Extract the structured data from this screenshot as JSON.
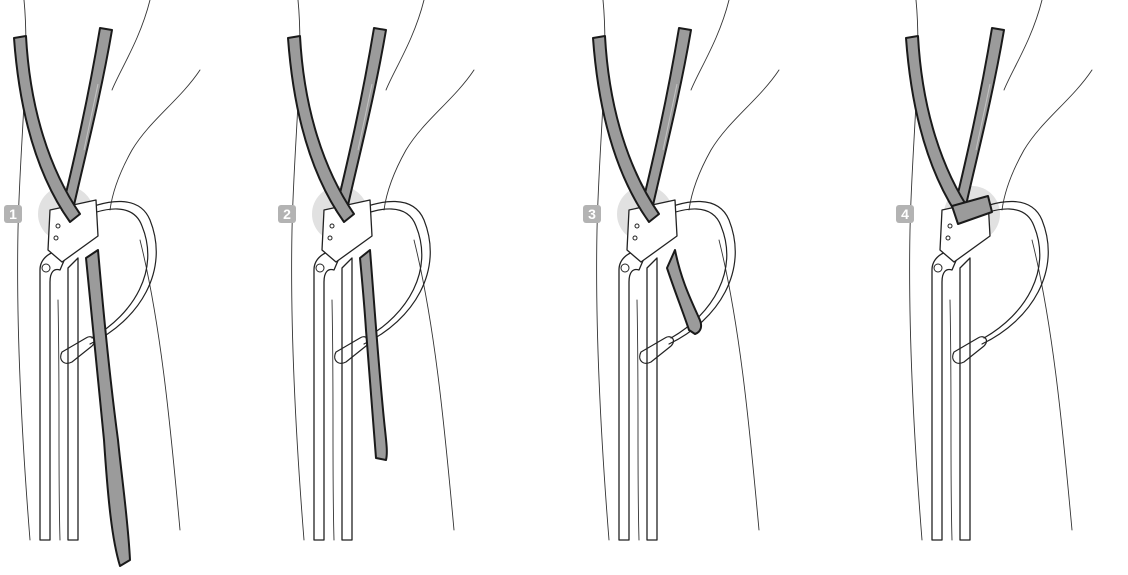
{
  "steps": [
    {
      "number": "1",
      "strap_length": "long"
    },
    {
      "number": "2",
      "strap_length": "medium"
    },
    {
      "number": "3",
      "strap_length": "short"
    },
    {
      "number": "4",
      "strap_length": "tucked"
    }
  ],
  "colors": {
    "strap_fill": "#9b9b9b",
    "strap_outline": "#1a1a1a",
    "badge": "#b3b3b3",
    "badge_text": "#ffffff",
    "line_art": "#333333",
    "background": "#ffffff"
  }
}
